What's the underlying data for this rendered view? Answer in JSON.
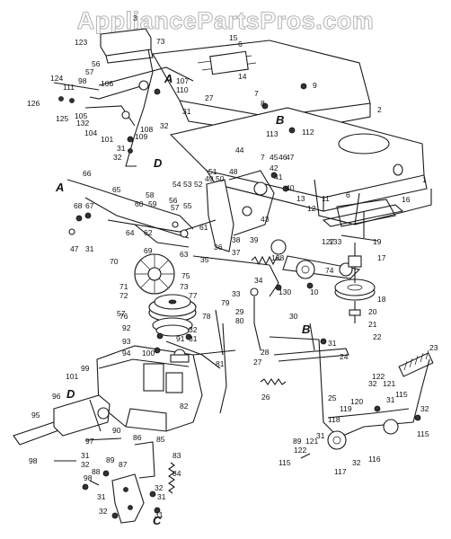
{
  "watermark": "AppliancePartsPros.com",
  "callouts": [
    {
      "id": "p3",
      "text": "3"
    },
    {
      "id": "p123",
      "text": "123"
    },
    {
      "id": "p73",
      "text": "73"
    },
    {
      "id": "p15",
      "text": "15"
    },
    {
      "id": "p6a",
      "text": "6"
    },
    {
      "id": "p14",
      "text": "14"
    },
    {
      "id": "p9",
      "text": "9"
    },
    {
      "id": "p56a",
      "text": "56"
    },
    {
      "id": "p57a",
      "text": "57"
    },
    {
      "id": "p124",
      "text": "124"
    },
    {
      "id": "p98a",
      "text": "98"
    },
    {
      "id": "p106",
      "text": "106"
    },
    {
      "id": "p107",
      "text": "107"
    },
    {
      "id": "p111",
      "text": "111"
    },
    {
      "id": "p110",
      "text": "110"
    },
    {
      "id": "p27a",
      "text": "27"
    },
    {
      "id": "p126",
      "text": "126"
    },
    {
      "id": "p125",
      "text": "125"
    },
    {
      "id": "p105",
      "text": "105"
    },
    {
      "id": "p132",
      "text": "132"
    },
    {
      "id": "p104",
      "text": "104"
    },
    {
      "id": "p108",
      "text": "108"
    },
    {
      "id": "p109",
      "text": "109"
    },
    {
      "id": "p31a",
      "text": "31"
    },
    {
      "id": "p32a",
      "text": "32"
    },
    {
      "id": "p101a",
      "text": "101"
    },
    {
      "id": "p31b",
      "text": "31"
    },
    {
      "id": "p32b",
      "text": "32"
    },
    {
      "id": "p7a",
      "text": "7"
    },
    {
      "id": "p8",
      "text": "8"
    },
    {
      "id": "p113",
      "text": "113"
    },
    {
      "id": "p112",
      "text": "112"
    },
    {
      "id": "p44",
      "text": "44"
    },
    {
      "id": "p7b",
      "text": "7"
    },
    {
      "id": "p45",
      "text": "45"
    },
    {
      "id": "p46",
      "text": "46"
    },
    {
      "id": "p47a",
      "text": "47"
    },
    {
      "id": "p42",
      "text": "42"
    },
    {
      "id": "p41",
      "text": "41"
    },
    {
      "id": "p40",
      "text": "40"
    },
    {
      "id": "p6b",
      "text": "6"
    },
    {
      "id": "p16",
      "text": "16"
    },
    {
      "id": "p11",
      "text": "11"
    },
    {
      "id": "p13",
      "text": "13"
    },
    {
      "id": "p12",
      "text": "12"
    },
    {
      "id": "p43",
      "text": "43"
    },
    {
      "id": "p66",
      "text": "66"
    },
    {
      "id": "p65",
      "text": "65"
    },
    {
      "id": "p54",
      "text": "54"
    },
    {
      "id": "p53",
      "text": "53"
    },
    {
      "id": "p52",
      "text": "52"
    },
    {
      "id": "p51",
      "text": "51"
    },
    {
      "id": "p49",
      "text": "49"
    },
    {
      "id": "p48",
      "text": "48"
    },
    {
      "id": "p50",
      "text": "50"
    },
    {
      "id": "p58",
      "text": "58"
    },
    {
      "id": "p60",
      "text": "60"
    },
    {
      "id": "p59",
      "text": "59"
    },
    {
      "id": "p56b",
      "text": "56"
    },
    {
      "id": "p57b",
      "text": "57"
    },
    {
      "id": "p55",
      "text": "55"
    },
    {
      "id": "p68",
      "text": "68"
    },
    {
      "id": "p67",
      "text": "67"
    },
    {
      "id": "p64",
      "text": "64"
    },
    {
      "id": "p62",
      "text": "62"
    },
    {
      "id": "p63",
      "text": "63"
    },
    {
      "id": "p61",
      "text": "61"
    },
    {
      "id": "p36",
      "text": "36"
    },
    {
      "id": "p37",
      "text": "37"
    },
    {
      "id": "p38",
      "text": "38"
    },
    {
      "id": "p39",
      "text": "39"
    },
    {
      "id": "p127",
      "text": "127"
    },
    {
      "id": "p133",
      "text": "133"
    },
    {
      "id": "p19",
      "text": "19"
    },
    {
      "id": "p47b",
      "text": "47"
    },
    {
      "id": "p31c",
      "text": "31"
    },
    {
      "id": "p69",
      "text": "69"
    },
    {
      "id": "p35",
      "text": "35"
    },
    {
      "id": "p128",
      "text": "128"
    },
    {
      "id": "p74",
      "text": "74"
    },
    {
      "id": "p17",
      "text": "17"
    },
    {
      "id": "p70",
      "text": "70"
    },
    {
      "id": "p75",
      "text": "75"
    },
    {
      "id": "p34",
      "text": "34"
    },
    {
      "id": "p130",
      "text": "130"
    },
    {
      "id": "p10",
      "text": "10"
    },
    {
      "id": "p18",
      "text": "18"
    },
    {
      "id": "p71",
      "text": "71"
    },
    {
      "id": "p73b",
      "text": "73"
    },
    {
      "id": "p72",
      "text": "72"
    },
    {
      "id": "p77",
      "text": "77"
    },
    {
      "id": "p76",
      "text": "76"
    },
    {
      "id": "p33",
      "text": "33"
    },
    {
      "id": "p20",
      "text": "20"
    },
    {
      "id": "p21",
      "text": "21"
    },
    {
      "id": "p79",
      "text": "79"
    },
    {
      "id": "p29",
      "text": "29"
    },
    {
      "id": "p57c",
      "text": "57"
    },
    {
      "id": "p78",
      "text": "78"
    },
    {
      "id": "p80",
      "text": "80"
    },
    {
      "id": "p22",
      "text": "22"
    },
    {
      "id": "p92",
      "text": "92"
    },
    {
      "id": "p32c",
      "text": "32"
    },
    {
      "id": "p91",
      "text": "91"
    },
    {
      "id": "p31d",
      "text": "31"
    },
    {
      "id": "p30",
      "text": "30"
    },
    {
      "id": "p93",
      "text": "93"
    },
    {
      "id": "p31e",
      "text": "31"
    },
    {
      "id": "p94",
      "text": "94"
    },
    {
      "id": "p100",
      "text": "100"
    },
    {
      "id": "p28",
      "text": "28"
    },
    {
      "id": "p27b",
      "text": "27"
    },
    {
      "id": "p24",
      "text": "24"
    },
    {
      "id": "p23",
      "text": "23"
    },
    {
      "id": "p81",
      "text": "81"
    },
    {
      "id": "p101b",
      "text": "101"
    },
    {
      "id": "p99",
      "text": "99"
    },
    {
      "id": "p26",
      "text": "26"
    },
    {
      "id": "p32d",
      "text": "32"
    },
    {
      "id": "p122a",
      "text": "122"
    },
    {
      "id": "p121a",
      "text": "121"
    },
    {
      "id": "p115a",
      "text": "115"
    },
    {
      "id": "p25",
      "text": "25"
    },
    {
      "id": "p120",
      "text": "120"
    },
    {
      "id": "p31f",
      "text": "31"
    },
    {
      "id": "p119",
      "text": "119"
    },
    {
      "id": "p32e",
      "text": "32"
    },
    {
      "id": "p82",
      "text": "82"
    },
    {
      "id": "p96",
      "text": "96"
    },
    {
      "id": "p95",
      "text": "95"
    },
    {
      "id": "p90",
      "text": "90"
    },
    {
      "id": "p86",
      "text": "86"
    },
    {
      "id": "p118",
      "text": "118"
    },
    {
      "id": "p115b",
      "text": "115"
    },
    {
      "id": "p97",
      "text": "97"
    },
    {
      "id": "p89a",
      "text": "89"
    },
    {
      "id": "p85",
      "text": "85"
    },
    {
      "id": "p89b",
      "text": "89"
    },
    {
      "id": "p121b",
      "text": "121"
    },
    {
      "id": "p31g",
      "text": "31"
    },
    {
      "id": "p122b",
      "text": "122"
    },
    {
      "id": "p98b",
      "text": "98"
    },
    {
      "id": "p31h",
      "text": "31"
    },
    {
      "id": "p32f",
      "text": "32"
    },
    {
      "id": "p88",
      "text": "88"
    },
    {
      "id": "p83",
      "text": "83"
    },
    {
      "id": "p87",
      "text": "87"
    },
    {
      "id": "p84",
      "text": "84"
    },
    {
      "id": "p115c",
      "text": "115"
    },
    {
      "id": "p117",
      "text": "117"
    },
    {
      "id": "p32g",
      "text": "32"
    },
    {
      "id": "p116",
      "text": "116"
    },
    {
      "id": "p98c",
      "text": "98"
    },
    {
      "id": "p32h",
      "text": "32"
    },
    {
      "id": "p31i",
      "text": "31"
    },
    {
      "id": "p31j",
      "text": "31"
    },
    {
      "id": "p32i",
      "text": "32"
    },
    {
      "id": "p31k",
      "text": "31"
    },
    {
      "id": "p2",
      "text": "2"
    },
    {
      "id": "p1",
      "text": "1"
    }
  ],
  "reference_letters": [
    {
      "id": "la1",
      "text": "A"
    },
    {
      "id": "lb1",
      "text": "B"
    },
    {
      "id": "ld1",
      "text": "D"
    },
    {
      "id": "la2",
      "text": "A"
    },
    {
      "id": "lb2",
      "text": "B"
    },
    {
      "id": "ld2",
      "text": "D"
    },
    {
      "id": "lc1",
      "text": "C"
    }
  ]
}
